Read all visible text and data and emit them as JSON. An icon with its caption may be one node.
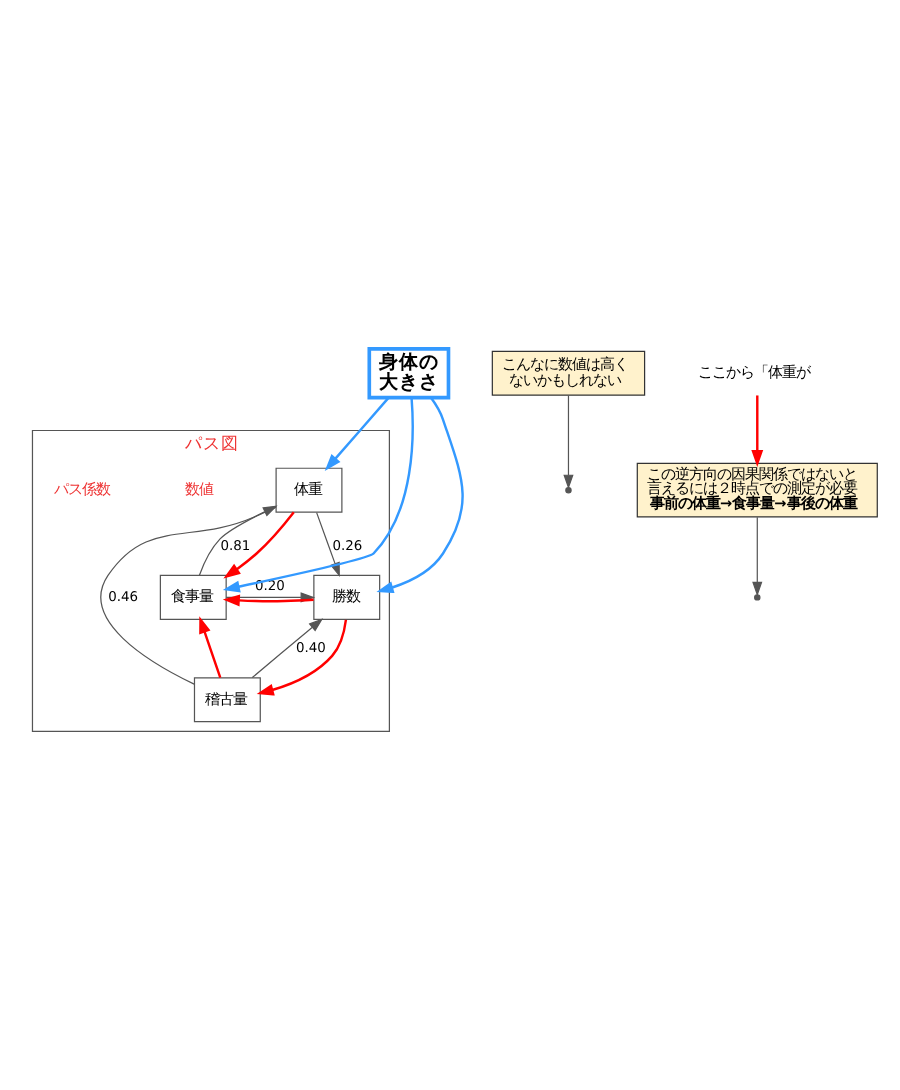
{
  "diagram": {
    "nodes": [
      {
        "text": [
          "パス図"
        ]
      },
      {
        "text": [
          "身体の大きさ"
        ]
      },
      {
        "text": [
          "体重"
        ],
        "in": 0
      },
      {
        "text": [
          "食事量"
        ],
        "in": 0
      },
      {
        "text": [
          "勝数"
        ],
        "in": 0
      },
      {
        "text": [
          "稽古量"
        ],
        "in": 0
      },
      {
        "text": [
          "こんなに数値は高くないかもしれない"
        ]
      },
      {
        "text": [
          "この逆方向の因果関係ではないと言えるには２時点での測定が必要",
          "事前の体重→食事量→事後の体重"
        ]
      },
      {
        "text": [
          "ここから「体重が"
        ]
      }
    ],
    "edges": [
      {
        "from": 3,
        "to": 2,
        "arrow": "to",
        "label": "0.81"
      },
      {
        "from": 2,
        "to": 4,
        "arrow": "to",
        "label": "0.26"
      },
      {
        "from": 3,
        "to": 4,
        "arrow": "to",
        "label": "0.20"
      },
      {
        "from": 2,
        "to": 5,
        "arrow": "none",
        "label": "0.46"
      },
      {
        "from": 5,
        "to": 4,
        "arrow": "to",
        "label": "0.40"
      },
      {
        "from": 1,
        "to": 2,
        "arrow": "to",
        "color": "#3399ff"
      },
      {
        "from": 1,
        "to": 3,
        "arrow": "to",
        "color": "#3399ff"
      },
      {
        "from": 1,
        "to": 4,
        "arrow": "to",
        "color": "#3399ff"
      },
      {
        "from": 2,
        "to": 3,
        "arrow": "to",
        "color": "#ff0000"
      },
      {
        "from": 4,
        "to": 3,
        "arrow": "to",
        "color": "#ff0000"
      },
      {
        "from": 5,
        "to": 3,
        "arrow": "to",
        "color": "#ff0000"
      },
      {
        "from": 4,
        "to": 5,
        "arrow": "to",
        "color": "#ff0000"
      },
      {
        "from": 6,
        "to": null,
        "arrow": "to"
      },
      {
        "from": 7,
        "to": null,
        "arrow": "to"
      },
      {
        "from": 8,
        "to": 7,
        "arrow": "to",
        "color": "#ff0000"
      }
    ],
    "labels": [
      "数値",
      "パス係数"
    ]
  }
}
